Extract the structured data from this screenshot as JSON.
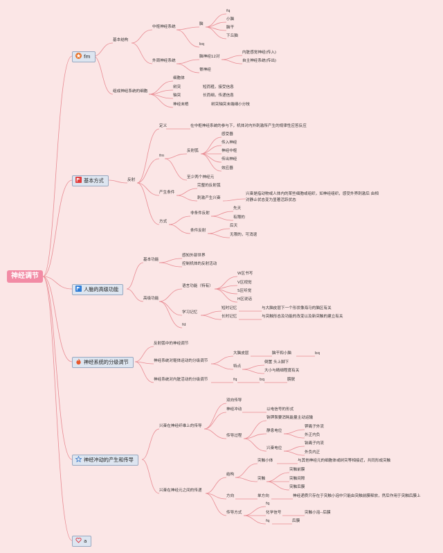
{
  "root": "神经调节",
  "branches": {
    "b1": {
      "label": "fm",
      "icon": "star-icon"
    },
    "b2": {
      "label": "基本方式",
      "icon": "flag-icon"
    },
    "b3": {
      "label": "人脑的高级功能",
      "icon": "flag-blue-icon"
    },
    "b4": {
      "label": "神经系统的分级调节",
      "icon": "fire-icon"
    },
    "b5": {
      "label": "神经冲动的产生和传导",
      "icon": "star-outline-icon"
    },
    "b6": {
      "label": "a",
      "icon": "heart-icon"
    }
  },
  "nodes": {
    "n1": "基本结构",
    "n2": "中枢神经系统",
    "n3": "脑",
    "n4": "fq",
    "n5": "小脑",
    "n6": "脑干",
    "n7": "下丘脑",
    "n8": "bq",
    "n9": "外周神经系统",
    "n10": "脑神经12对",
    "n11": "内脏感觉神经(传入)",
    "n12": "自主神经系统(传出)",
    "n13": "脊神经",
    "n14": "组成神经系统的细胞",
    "n15": "细胞体",
    "n16": "树突",
    "n17": "短而粗，接受信息",
    "n18": "轴突",
    "n19": "长而细，传递信息",
    "n20": "神经末梢",
    "n21": "树突轴突末端细小分枝",
    "n22": "定义",
    "n23": "在中枢神经系统的参与下，机体对内外刺激所产生的规律性应答反应",
    "n24": "fm",
    "n25": "反射弧",
    "n26": "感受器",
    "n27": "传入神经",
    "n28": "神经中枢",
    "n29": "传出神经",
    "n30": "效应器",
    "n31": "至少两个神经元",
    "n32": "反射",
    "n33": "产生条件",
    "n34": "完整的反射弧",
    "n35": "刺激产生兴奋",
    "n36": "兴奋是指动物或人体内的某些细胞或组织，如神经组织，感受外界刺激后 由相",
    "n37": "对静止状态变为显著活跃状态",
    "n38": "方式",
    "n39": "非条件反射",
    "n40": "先天",
    "n41": "有限的",
    "n42": "条件反射",
    "n43": "后天",
    "n44": "无限的，可消退",
    "n45": "基本功能",
    "n46": "感知外部世界",
    "n47": "控制机体的反射活动",
    "n48": "高级功能",
    "n49": "语言功能（特有）",
    "n50": "W区书写",
    "n51": "V区视觉",
    "n52": "S区听觉",
    "n53": "H区说话",
    "n54": "学习记忆",
    "n55": "短时记忆",
    "n56": "与大脑皮层下一个形状像海马的脑区有关",
    "n57": "长时记忆",
    "n58": "与突触形态及功能的改变以及新突触的建立有关",
    "n59": "fd",
    "n60": "反射弧中的神经调节",
    "n61": "神经系统对躯体运动的分级调节",
    "n62": "大脑皮层",
    "n63": "脑干和小脑",
    "n64": "bq",
    "n65": "特点",
    "n66": "倒置 头上脚下",
    "n67": "大小与精细程度有关",
    "n68": "神经系统对内脏活动的分级调节",
    "n69": "fq",
    "n70": "bq",
    "n71": "膀胱",
    "n72": "兴奋在神经纤维上的传导",
    "n73": "双向传导",
    "n74": "神经冲动",
    "n75": "以电信号的形式",
    "n76": "传导过程",
    "n77": "钠钾泵要消耗能量主动运输",
    "n78": "静息电位",
    "n79": "钾离子外流",
    "n80": "外正内负",
    "n81": "兴奋电位",
    "n82": "钠离子内流",
    "n83": "外负内正",
    "n84": "兴奋在神经元之间的传递",
    "n85": "结构",
    "n86": "突触小体",
    "n87": "与其他神经元的细胞体或树突等相接近，共同形成突触",
    "n88": "突触",
    "n89": "突触前膜",
    "n90": "突触间隙",
    "n91": "突触后膜",
    "n92": "方向",
    "n93": "单方向",
    "n94": "神经递质只存在于突触小泡中只能由突触前膜释放，然后作用于突触后膜上",
    "n95": "传导方式",
    "n96": "fq",
    "n97": "化学信号",
    "n98": "突触小泡--后膜",
    "n99": "fq",
    "n100": "后膜"
  },
  "colors": {
    "background": "#fbe6e6",
    "root": "#f28ba5",
    "line": "#e88a92",
    "branch_fill": "#dde5f0"
  }
}
